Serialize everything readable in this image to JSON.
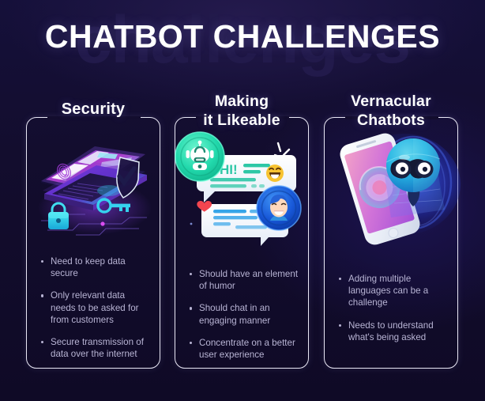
{
  "header": {
    "watermark_text": "challenges",
    "title": "CHATBOT CHALLENGES"
  },
  "theme": {
    "background": "#130d2e",
    "title_color": "#ffffff",
    "watermark_color": "#221a4b",
    "card_border": "#e9e7f5",
    "bullet_text": "#b8b4d4",
    "accent_teal": "#2fe0b6",
    "accent_blue": "#1f7ae0",
    "accent_purple": "#8a4df0",
    "accent_magenta": "#e052c8",
    "accent_cyan": "#35d6f0",
    "heart_red": "#f2454f"
  },
  "cards": [
    {
      "id": "security",
      "title": "Security",
      "title_lines": [
        "Security"
      ],
      "illustration": "laptop-security-illustration",
      "illustration_parts": [
        "laptop-icon",
        "fingerprint-icon",
        "shield-check-icon",
        "padlock-icon",
        "key-icon"
      ],
      "bullets": [
        "Need to keep data secure",
        "Only relevant data needs to be asked for from customers",
        "Secure transmission of data over the internet"
      ]
    },
    {
      "id": "likeable",
      "title": "Making it Likeable",
      "title_lines": [
        "Making",
        "it Likeable"
      ],
      "illustration": "chat-bubbles-illustration",
      "illustration_parts": [
        "robot-avatar-icon",
        "chat-bubble-greeting",
        "laughing-emoji-icon",
        "user-avatar-icon",
        "chat-bubble-heart",
        "heart-icon"
      ],
      "bubble_greeting_text": "HI!",
      "bullets": [
        "Should have an element of humor",
        "Should chat in an engaging manner",
        "Concentrate on a better user experience"
      ]
    },
    {
      "id": "vernacular",
      "title": "Vernacular Chatbots",
      "title_lines": [
        "Vernacular",
        "Chatbots"
      ],
      "illustration": "smartphone-robot-illustration",
      "illustration_parts": [
        "smartphone-icon",
        "robot-head-icon",
        "glow-aura"
      ],
      "bullets": [
        "Adding multiple languages can be a challenge",
        "Needs to understand what's being asked"
      ]
    }
  ]
}
